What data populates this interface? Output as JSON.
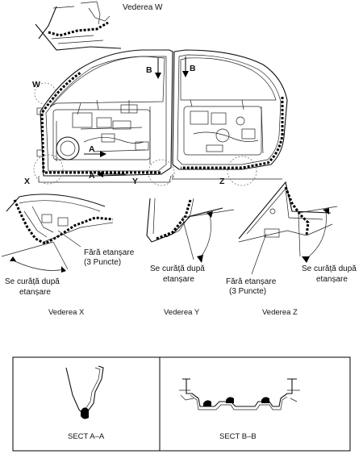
{
  "labels": {
    "view_w": "Vederea W",
    "w": "W",
    "b": "B",
    "a": "A",
    "x": "X",
    "y": "Y",
    "z": "Z",
    "view_x": "Vederea X",
    "view_y": "Vederea Y",
    "view_z": "Vederea Z",
    "no_seal_1": "Fără etanșare",
    "no_seal_2": "(3 Puncte)",
    "clean_1": "Se curăță după",
    "clean_2": "etanșare",
    "sect_aa": "SECT A–A",
    "sect_bb": "SECT B–B"
  }
}
